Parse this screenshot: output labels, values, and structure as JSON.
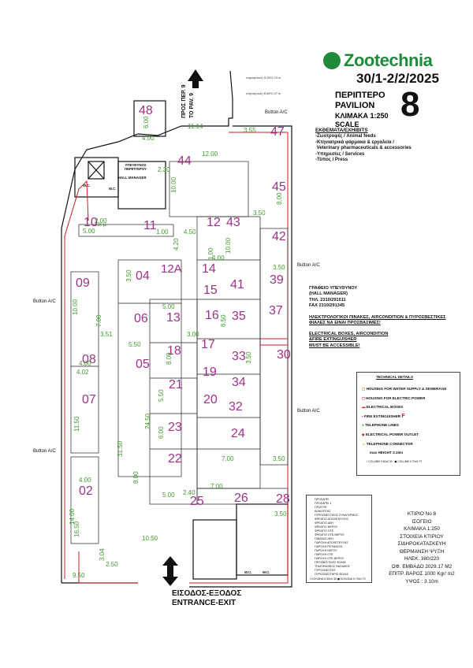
{
  "header": {
    "brand": "Zootechnia",
    "dates": "30/1-2/2/2025",
    "pavilion_gr": "ΠΕΡΙΠΤΕΡΟ",
    "pavilion_en": "PAVILION",
    "scale_gr": "ΚΛΙΜΑΚΑ 1:250",
    "scale_en": "SCALE",
    "pavilion_number": "8"
  },
  "exhibits": {
    "title": "ΕΚΘΕΜΑΤΑ/EXHIBITS",
    "items": [
      "-Ζωοτροφές / Animal feeds",
      "-Κτηνιατρικά φάρμακα & εργαλεία /",
      " Veterinary pharmaceuticals & accessories",
      "-Υπηρεσίες / Services",
      "-Τύπος / Press"
    ]
  },
  "hall_manager": {
    "gr": "ΓΡΑΦΕΙΟ ΥΠΕΥΘΥΝΟΥ",
    "en": "(HALL MANAGER)",
    "tel": "ΤΗΛ. 2310/291511",
    "fax": "FAX  2310/291345"
  },
  "warning": {
    "gr1": "ΗΛΕΚΤΡΟΛΟΓΙΚΟΙ ΠΙΝΑΚΕΣ, AIRCONDITION & ΠΥΡΟΣΒΕΣΤΙΚΕΣ",
    "gr2": "ΦΙΑΛΕΣ ΝΑ ΕΙΝΑΙ ΠΡΟΣΒΑΣΙΜΕΣ!",
    "en1": "ELECTRICAL BOXES, AIRCONDITION",
    "en2": "&FIRE EXTINGUISHER",
    "en3": "MUST BE ACCESSIBLE!"
  },
  "technical": {
    "title": "TECHNICAL DETAILS",
    "items": [
      "HOUSING FOR WATER SUPPLY & SEWERAGE",
      "HOUSING FOR ELECTRIC POWER",
      "ELECTRICAL  BOXES",
      "FIRE EXTINGUISHER",
      "TELEPHONE LINES",
      "ELECTRICAL POWER OUTLET",
      "TELEPHONE CONNECTOR",
      "max HEIGHT 3.10m"
    ],
    "column_a": "COLUMN 0.50x0.30",
    "column_b": "COLUMN 0.70x0.70"
  },
  "legend2": {
    "items": [
      "ΠΡΟΣΑΡΕΙ",
      "ΠΡΟΣΑΡΕΙ 1",
      "ΠΡΙΖΟΤΕ",
      "ΔΙΑΚΟΠΤΗΣ",
      "ΠΥΡΟΣΒΕΣΤΙΚΟΣ ΣΥΝΑΓΕΡΜΟΣ",
      "ΦΡΕΑΤΙΟ ΑΠΟΧΕΤΕΥΣΗΣ",
      "ΦΡΕΑΤΙΟ ΔΕΗ",
      "ΦΡΕΑΤΙΟ ΝΕΡΟΥ",
      "ΦΡΕΑΤΙΟ ΟΤΕ",
      "ΦΡΕΑΤΙΟ ΟΤΕ-ΝΕΡΟΥ",
      "ΠΙΝΑΚΑΣ ΔΕΗ",
      "ΠΑΡΟΧΗ ΑΠΟΧΕΤΕΥΣΗΣ",
      "ΠΑΡΟΧΗ ΡΕΥΜΑΤΟΣ",
      "ΠΑΡΟΧΗ ΝΕΡΟΥ",
      "ΠΑΡΟΧΗ ΟΤΕ",
      "ΠΑΡΟΧΗ ΟΤΕ-ΝΕΡΟΥ",
      "ΠΡΟΣΒΕΣΤΙΚΕΣ ΦΩΛΙΑ",
      "ΤΗΛΕΦΩΝΙΚΟΣ ΘΑΛΑΜΟΣ",
      "ΠΥΡΟΣΒΕΣΤΗΣ",
      "ΠΥΡΟΣΒΕΣΤΗΡΙΟ ΦΩΛΙΑ"
    ],
    "col_a": "ΚΟΛΩΝΑ 0.50x0.30",
    "col_b": "ΚΟΛΩΝΑ 0.70x0.70"
  },
  "building_info": [
    "ΚΤΙΡΙΟ No 8",
    "ΙΣΟΓΕΙΟ",
    "ΚΛΙΜΑΚΑ 1:250",
    "ΣΤΟΙΧΕΙΑ ΚΤΙΡΙΟΥ",
    "ΣΙΔΗΡΟΚΑΤΑΣΚΕΥΗ",
    "ΘΕΡΜΑΝΣΗ ΨΥΞΗ",
    "ΗΛΕΚ. 380/220",
    "ΩΦ. ΕΜΒΑΔΟ 2029.17 M2",
    "ΕΠΙΤΡ. ΒΑΡΟΣ 1000 Kgr/ m2",
    "ΥΨΟΣ : 3.10m"
  ],
  "entrance": {
    "gr": "ΕΙΣΟΔΟΣ-ΕΞΟΔΟΣ",
    "en": "ENTRANCE-EXIT"
  },
  "to_pav": {
    "line1": "ΠΡΟΣ ΠΕΡ. 9",
    "line2": "TO PAV. 9"
  },
  "button_ac": "Button A/C",
  "door_a": "πόρτα(door) 5.25*3.70 m",
  "door_b": "πόρτα(door) 6.68*2.07 m",
  "rooms": {
    "manager": "ΥΠΕΥΘΥΝΟΣ ΠΕΡΙΠΤΕΡΟΥ",
    "manager_en": "HALL MANAGER",
    "wc": "W.C.",
    "area_33": "33τ.μ."
  },
  "colors": {
    "brand_green": "#1f8b3a",
    "stand_number": "#a0308a",
    "dimension": "#3c9a2a",
    "wall_red": "#d01b1b"
  },
  "stands": [
    "48",
    "47",
    "44",
    "45",
    "10",
    "11",
    "12",
    "43",
    "42",
    "09",
    "04",
    "12A",
    "14",
    "41",
    "39",
    "15",
    "06",
    "13",
    "16",
    "35",
    "37",
    "08",
    "05",
    "18",
    "17",
    "33",
    "30",
    "19",
    "34",
    "07",
    "21",
    "20",
    "32",
    "24",
    "23",
    "22",
    "02",
    "25",
    "26",
    "28"
  ],
  "dims": [
    "6.00",
    "4.00",
    "11.14",
    "3.55",
    "12.00",
    "10.00",
    "2.30",
    "8.00",
    "3.50",
    "2.00",
    "5.00",
    "1.00",
    "4.50",
    "4.20",
    "10.00",
    "4.00",
    "3.50",
    "1.00",
    "3.50",
    "10.00",
    "3.51",
    "7.00",
    "5.00",
    "6.50",
    "3.00",
    "5.50",
    "8.00",
    "3.50",
    "4.00",
    "4.02",
    "11.50",
    "31.50",
    "24.50",
    "5.50",
    "6.00",
    "7.00",
    "3.50",
    "4.00",
    "8.00",
    "5.00",
    "7.00",
    "16.50",
    "14.00",
    "10.50",
    "3.04",
    "2.50",
    "9.50",
    "2.40",
    "3.50"
  ]
}
